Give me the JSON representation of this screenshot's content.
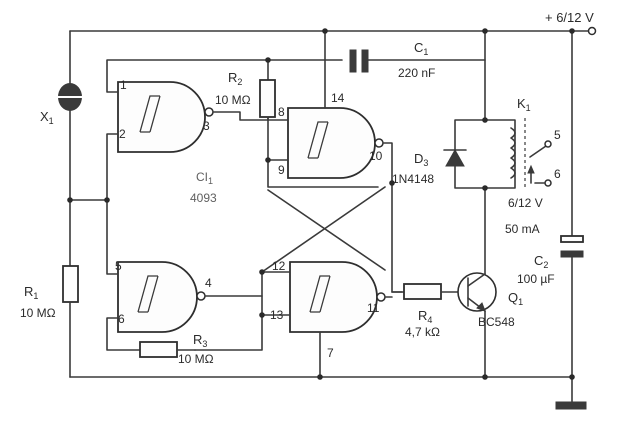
{
  "supply": {
    "label": "+ 6/12 V"
  },
  "x1": {
    "name": "X",
    "sub": "1"
  },
  "r1": {
    "name": "R",
    "sub": "1",
    "value": "10 MΩ"
  },
  "r2": {
    "name": "R",
    "sub": "2",
    "value": "10 MΩ"
  },
  "r3": {
    "name": "R",
    "sub": "3",
    "value": "10 MΩ"
  },
  "r4": {
    "name": "R",
    "sub": "4",
    "value": "4,7 kΩ"
  },
  "c1": {
    "name": "C",
    "sub": "1",
    "value": "220 nF"
  },
  "c2": {
    "name": "C",
    "sub": "2",
    "value": "100 µF"
  },
  "d3": {
    "name": "D",
    "sub": "3",
    "value": "1N4148"
  },
  "k1": {
    "name": "K",
    "sub": "1",
    "voltage": "6/12 V",
    "current": "50 mA",
    "pin_a": "5",
    "pin_b": "6"
  },
  "q1": {
    "name": "Q",
    "sub": "1",
    "part": "BC548"
  },
  "ci1": {
    "name": "CI",
    "sub": "1",
    "part": "4093"
  },
  "pins": {
    "p1": "1",
    "p2": "2",
    "p3": "3",
    "p4": "4",
    "p5": "5",
    "p6": "6",
    "p7": "7",
    "p8": "8",
    "p9": "9",
    "p10": "10",
    "p11": "11",
    "p12": "12",
    "p13": "13",
    "p14": "14"
  }
}
